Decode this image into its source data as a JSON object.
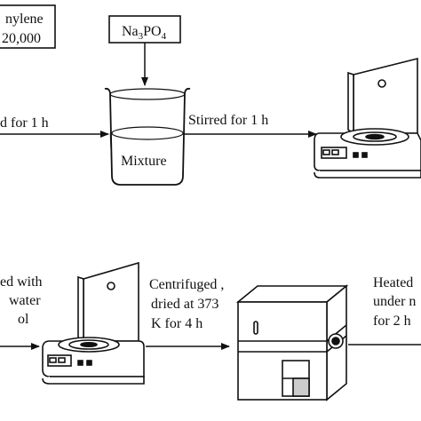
{
  "labels": {
    "box_line1": "nylene",
    "box_line2": "20,000",
    "reagent_prefix": "Na",
    "reagent_sub1": "3",
    "reagent_mid": "PO",
    "reagent_sub2": "4",
    "beaker_label": "Mixture",
    "step_left": "d for 1 h",
    "step_stirred": "Stirred for 1 h",
    "wash_line1": "ed with",
    "wash_line2": "water",
    "wash_line3": "ol",
    "cent_line1": "Centrifuged ,",
    "cent_line2": "dried at 373",
    "cent_line3": "K for 4 h",
    "heat_line1": "Heated",
    "heat_line2": "under n",
    "heat_line3": "for 2 h"
  }
}
